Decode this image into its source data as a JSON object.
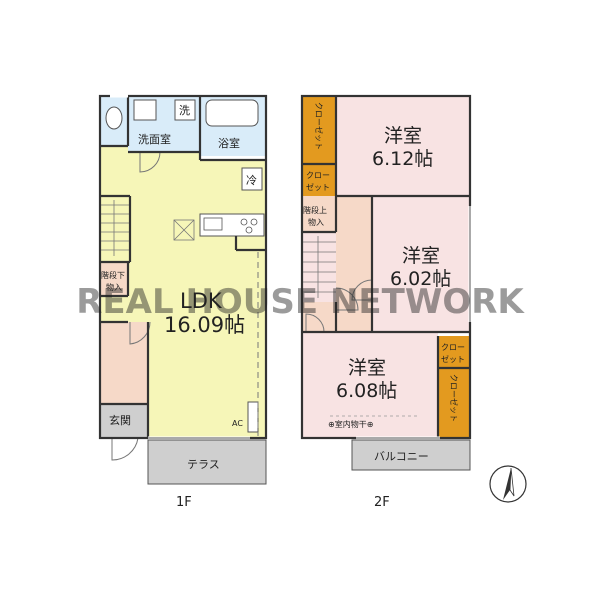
{
  "floor1": {
    "label": "1F",
    "washing_machine": "洗",
    "washroom": "洗面室",
    "bathroom": "浴室",
    "fridge": "冷",
    "understair_storage_line1": "階段下",
    "understair_storage_line2": "物入",
    "ldk_name": "LDK",
    "ldk_size": "16.09帖",
    "entrance": "玄関",
    "ac": "AC",
    "terrace": "テラス"
  },
  "floor2": {
    "label": "2F",
    "room1_name": "洋室",
    "room1_size": "6.12帖",
    "room2_name": "洋室",
    "room2_size": "6.02帖",
    "room3_name": "洋室",
    "room3_size": "6.08帖",
    "closet_long": "クローゼット",
    "closet_short_line1": "クロー",
    "closet_short_line2": "ゼット",
    "upstair_storage_line1": "階段上",
    "upstair_storage_line2": "物入",
    "indoor_drying": "⊕室内物干⊕",
    "balcony": "バルコニー"
  },
  "watermark": "REAL HOUSE NETWORK",
  "colors": {
    "ldk": "#f6f6b8",
    "bedroom": "#f8e3e3",
    "wet": "#d9ecf9",
    "hall": "#f6d9c8",
    "closet": "#e39a1f",
    "entrance": "#cfcfcf",
    "terrace": "#cfcfcf",
    "wall": "#333333"
  }
}
